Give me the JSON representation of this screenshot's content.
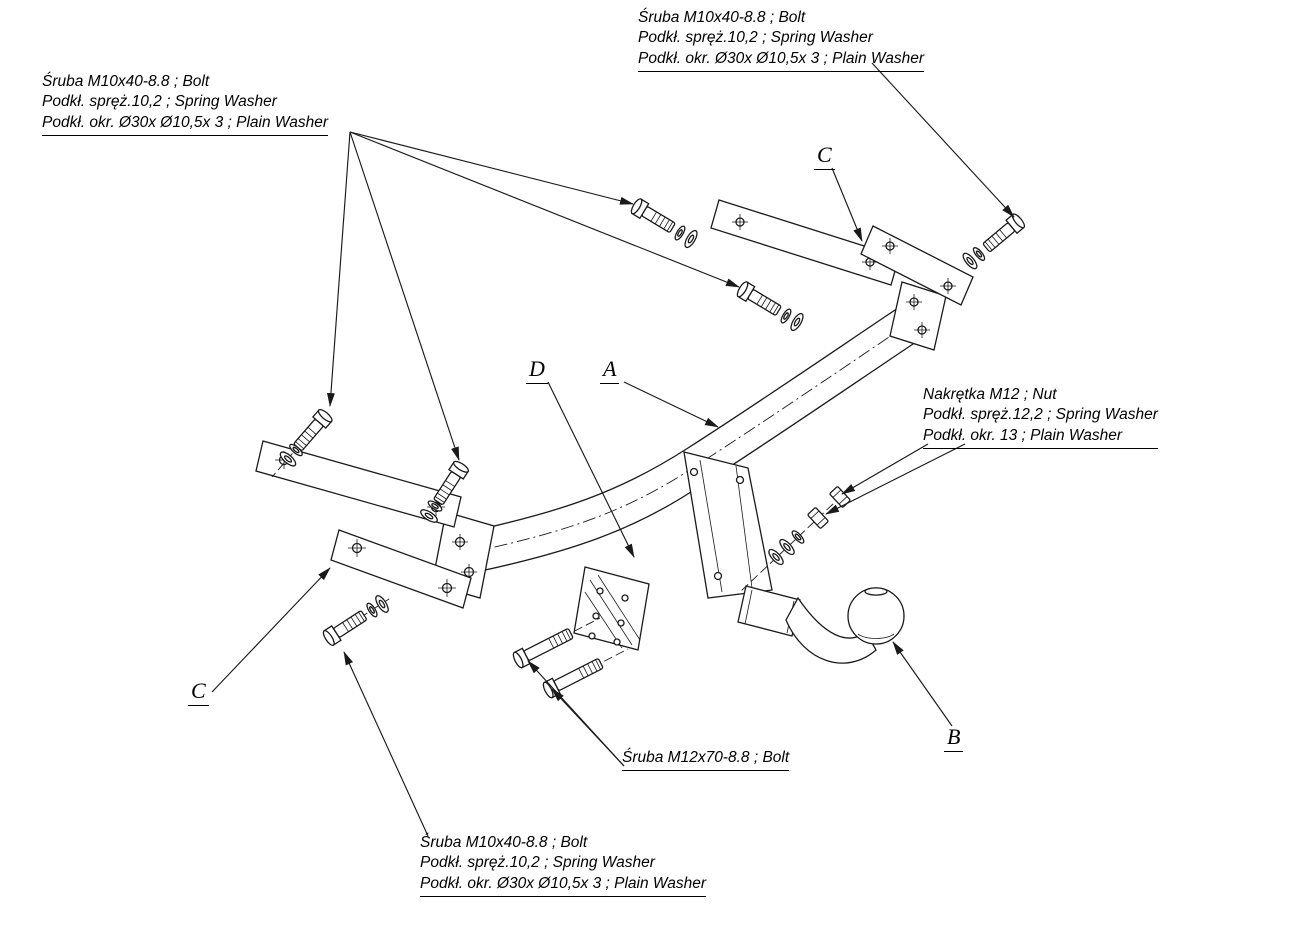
{
  "diagram": {
    "background": "#ffffff",
    "line_color": "#1a1a1a"
  },
  "annotations": {
    "top_left_bolt": {
      "lines": [
        "Śruba M10x40-8.8 ;  Bolt",
        "Podkł. spręż.10,2 ; Spring Washer",
        "Podkł. okr.  Ø30x Ø10,5x 3 ; Plain Washer"
      ]
    },
    "top_right_bolt": {
      "lines": [
        "Śruba M10x40-8.8 ;  Bolt",
        "Podkł. spręż.10,2 ; Spring Washer",
        "Podkł. okr.  Ø30x Ø10,5x 3 ; Plain Washer"
      ]
    },
    "nut_m12": {
      "lines": [
        "Nakrętka  M12 ; Nut",
        "Podkł. spręż.12,2 ; Spring Washer",
        "Podkł. okr. 13 ; Plain Washer"
      ]
    },
    "bolt_m12": {
      "lines": [
        "Śruba M12x70-8.8 ;  Bolt"
      ]
    },
    "bottom_bolt": {
      "lines": [
        "Śruba M10x40-8.8 ;  Bolt",
        "Podkł. spręż.10,2 ; Spring Washer",
        "Podkł. okr.  Ø30x Ø10,5x 3 ; Plain Washer"
      ]
    }
  },
  "references": {
    "a": "A",
    "b": "B",
    "c_left": "C",
    "c_right": "C",
    "d": "D"
  }
}
